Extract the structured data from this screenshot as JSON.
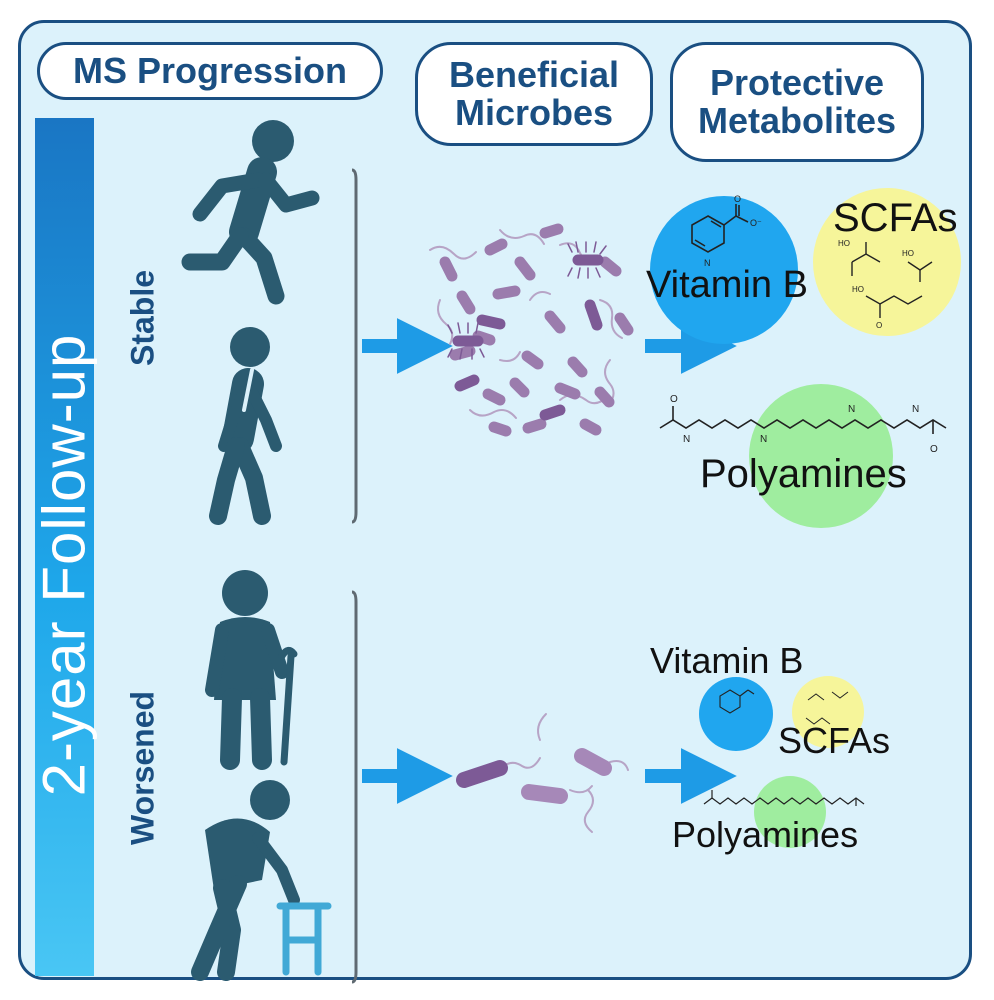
{
  "headers": {
    "progression": "MS Progression",
    "microbes_line1": "Beneficial",
    "microbes_line2": "Microbes",
    "metabolites_line1": "Protective",
    "metabolites_line2": "Metabolites"
  },
  "sidebar": {
    "title": "2-year Follow-up"
  },
  "groups": {
    "stable": "Stable",
    "worsened": "Worsened"
  },
  "metabolites": {
    "vitamin_b": "Vitamin B",
    "scfas": "SCFAs",
    "polyamines": "Polyamines"
  },
  "colors": {
    "navy": "#1a4f82",
    "figure": "#2b5b70",
    "arrow": "#1e9be6",
    "vitamin_circle": "#20a6ef",
    "scfa_circle": "#f6f59a",
    "polyamine_circle": "#9fed9f",
    "bacteria": "#9b7cad"
  }
}
